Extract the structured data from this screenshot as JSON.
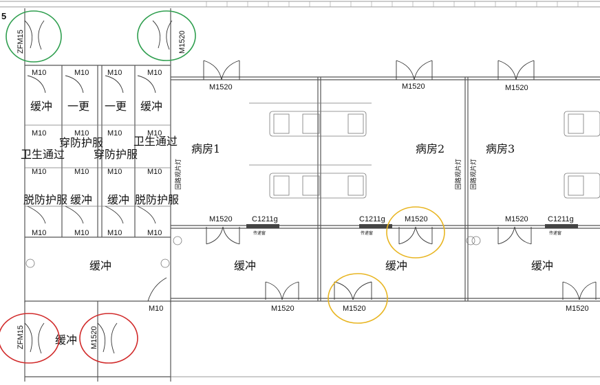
{
  "corner_label": "5",
  "rooms": {
    "buffer": "缓冲",
    "change1": "一更",
    "wear_ppe": "穿防护服",
    "remove_ppe": "脱防护服",
    "sanitary_pass": "卫生通过",
    "ward1": "病房1",
    "ward2": "病房2",
    "ward3": "病房3"
  },
  "door_codes": {
    "m10": "M10",
    "m1520": "M1520",
    "zfm15": "ZFM15",
    "c1211g": "C1211g"
  },
  "side_notes": {
    "pass_window": "传递窗",
    "wall_lamp": "回路观片灯"
  },
  "highlight_colors": {
    "green": "#2e9e4e",
    "red": "#d12a2a",
    "yellow": "#e8b521"
  }
}
